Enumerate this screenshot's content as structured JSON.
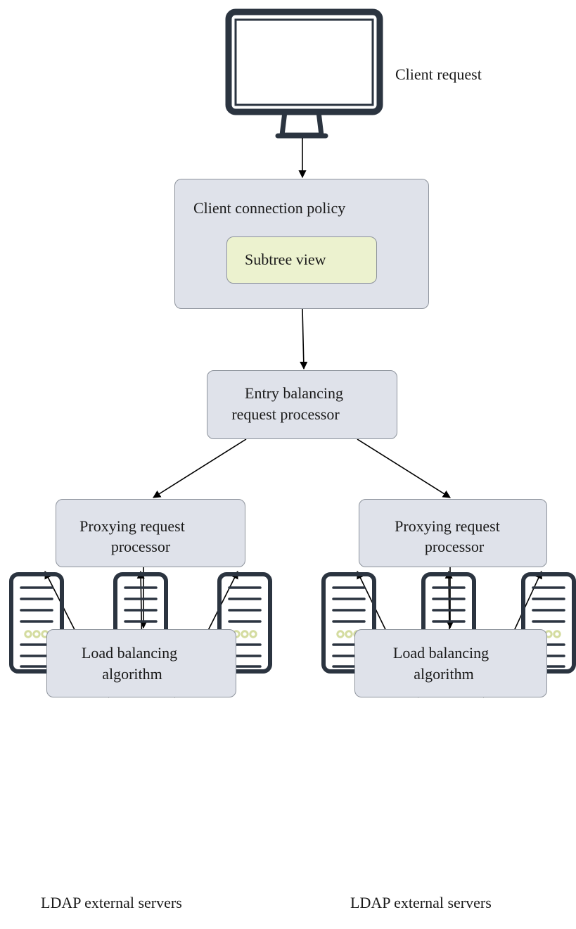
{
  "client": {
    "label": "Client request",
    "icon": "monitor-icon"
  },
  "policy": {
    "label": "Client connection policy",
    "subtree_label": "Subtree view"
  },
  "entry_processor": {
    "line1": "Entry balancing",
    "line2": "request processor"
  },
  "branches": [
    {
      "proxy_line1": "Proxying request",
      "proxy_line2": "processor",
      "lb_line1": "Load balancing",
      "lb_line2": "algorithm",
      "servers_label": "LDAP external servers",
      "server_icon": "server-icon",
      "server_count": 3
    },
    {
      "proxy_line1": "Proxying request",
      "proxy_line2": "processor",
      "lb_line1": "Load balancing",
      "lb_line2": "algorithm",
      "servers_label": "LDAP external servers",
      "server_icon": "server-icon",
      "server_count": 3
    }
  ],
  "colors": {
    "box_fill": "#dfe2ea",
    "box_border": "#8d939c",
    "subtree_fill": "#ecf2cf",
    "icon_stroke": "#2b3440",
    "server_dots": "#d4dca0",
    "arrow": "#000000"
  }
}
